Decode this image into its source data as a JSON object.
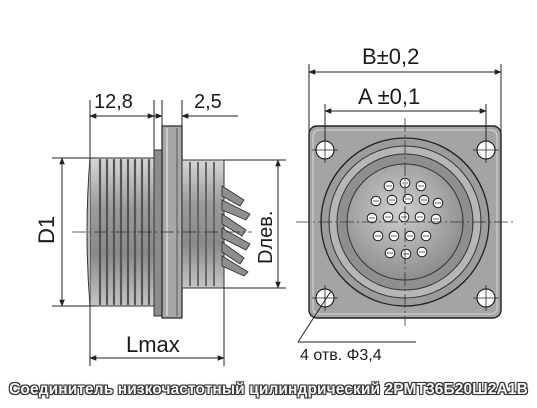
{
  "dimensions": {
    "b": "B±0,2",
    "a": "A ±0,1",
    "length_front": "12,8",
    "length_flange": "2,5",
    "d1": "D1",
    "d_lev": "Dлев.",
    "l_max": "Lmax",
    "holes": "4 отв. Φ3,4"
  },
  "caption": "Соединитель низкочастотный цилиндрический 2РМТ36Б20Ш2А1В",
  "colors": {
    "body": "#a9a9a9",
    "body_dark": "#6e6e6e",
    "line": "#222222",
    "caption_text": "#f4f4f4"
  }
}
